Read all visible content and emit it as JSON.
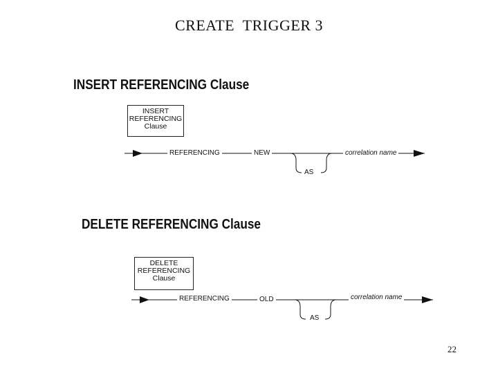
{
  "slide": {
    "title": "CREATE  TRIGGER 3",
    "page_number": "22"
  },
  "insert": {
    "heading": "INSERT REFERENCING Clause",
    "box_lines": [
      "INSERT",
      "REFERENCING",
      "Clause"
    ],
    "keyword": "REFERENCING",
    "correlation_keyword": "NEW",
    "optional": "AS",
    "name": "correlation name"
  },
  "delete": {
    "heading": "DELETE REFERENCING Clause",
    "box_lines": [
      "DELETE",
      "REFERENCING",
      "Clause"
    ],
    "keyword": "REFERENCING",
    "correlation_keyword": "OLD",
    "optional": "AS",
    "name": "correlation name"
  }
}
